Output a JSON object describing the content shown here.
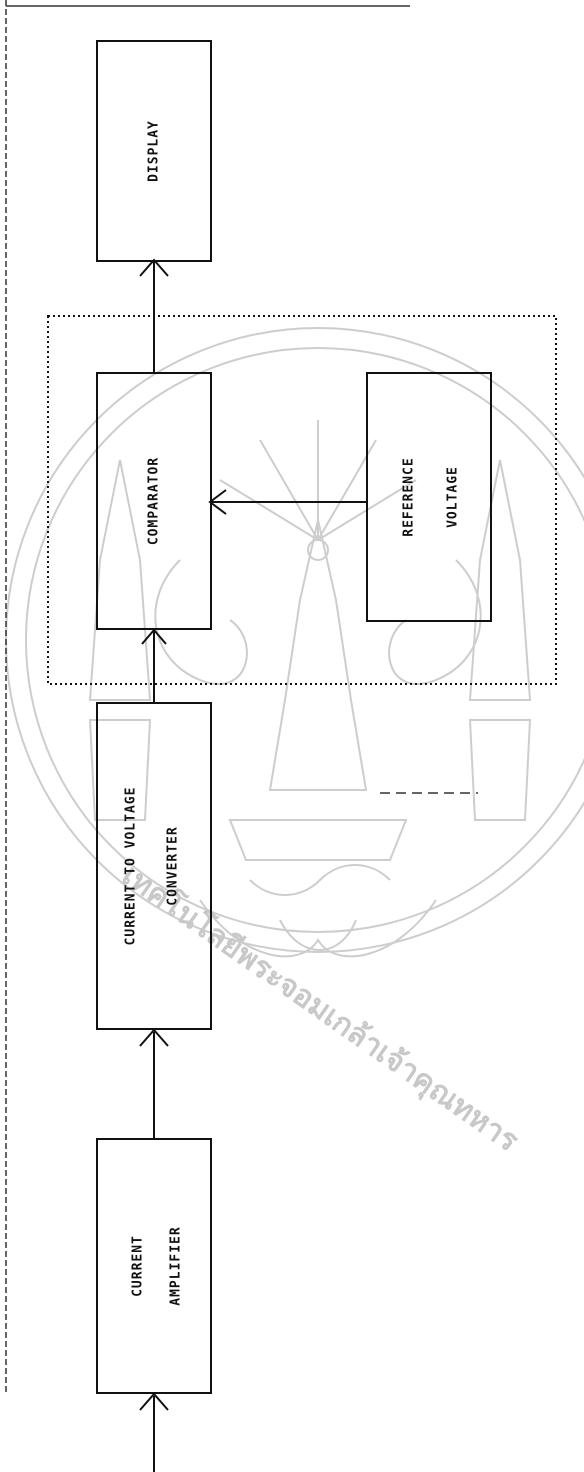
{
  "diagram": {
    "blocks": {
      "display": "DISPLAY",
      "comparator": "COMPARATOR",
      "reference_line1": "REFERENCE",
      "reference_line2": "VOLTAGE",
      "converter_line1": "CURRENT TO VOLTAGE",
      "converter_line2": "CONVERTER",
      "amplifier_line1": "CURRENT",
      "amplifier_line2": "AMPLIFIER"
    },
    "watermark": {
      "text": "เทคโนโลยีพระจอมเกล้าเจ้าคุณทหาร",
      "description": "circular university seal watermark"
    },
    "colors": {
      "ink": "#111111",
      "watermark": "#c8c8c8",
      "background": "#ffffff"
    }
  }
}
